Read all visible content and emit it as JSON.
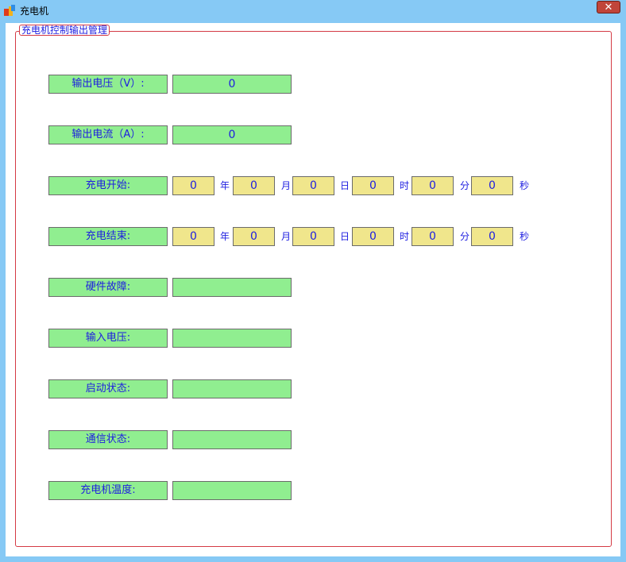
{
  "window": {
    "title": "充电机",
    "close_glyph": "✕"
  },
  "group": {
    "title": "充电机控制输出管理"
  },
  "rows": {
    "output_voltage": {
      "label": "输出电压（V）:",
      "value": "0"
    },
    "output_current": {
      "label": "输出电流（A）:",
      "value": "0"
    },
    "charge_start": {
      "label": "充电开始:",
      "year": "0",
      "month": "0",
      "day": "0",
      "hour": "0",
      "minute": "0",
      "second": "0"
    },
    "charge_end": {
      "label": "充电结束:",
      "year": "0",
      "month": "0",
      "day": "0",
      "hour": "0",
      "minute": "0",
      "second": "0"
    },
    "hardware_fault": {
      "label": "硬件故障:",
      "value": ""
    },
    "input_voltage": {
      "label": "输入电压:",
      "value": ""
    },
    "startup_status": {
      "label": "启动状态:",
      "value": ""
    },
    "comm_status": {
      "label": "通信状态:",
      "value": ""
    },
    "charger_temperature": {
      "label": "充电机温度:",
      "value": ""
    }
  },
  "units": {
    "year": "年",
    "month": "月",
    "day": "日",
    "hour": "时",
    "minute": "分",
    "second": "秒"
  }
}
